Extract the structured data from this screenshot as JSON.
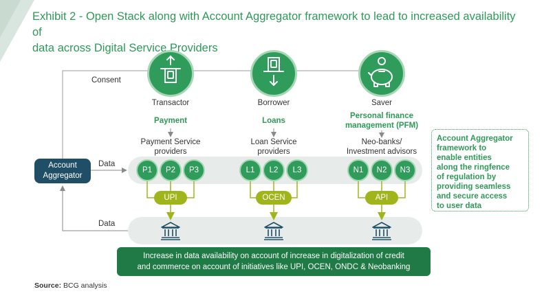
{
  "title_line1": "Exhibit 2 - Open Stack along with Account Aggregator framework to lead to increased availability of",
  "title_line2": "data across Digital Service Providers",
  "labels": {
    "consent": "Consent",
    "data_top": "Data",
    "data_bottom": "Data"
  },
  "aggregator": {
    "line1": "Account",
    "line2": "Aggregator"
  },
  "roles": [
    {
      "role": "Transactor",
      "category": "Payment",
      "providers_line1": "Payment Service",
      "providers_line2": "providers",
      "nodes": [
        "P1",
        "P2",
        "P3"
      ],
      "rail": "UPI"
    },
    {
      "role": "Borrower",
      "category": "Loans",
      "providers_line1": "Loan Service",
      "providers_line2": "providers",
      "nodes": [
        "L1",
        "L2",
        "L3"
      ],
      "rail": "OCEN"
    },
    {
      "role": "Saver",
      "category_line1": "Personal finance",
      "category_line2": "management (PFM)",
      "providers_line1": "Neo-banks/",
      "providers_line2": "Investment advisors",
      "nodes": [
        "N1",
        "N2",
        "N3"
      ],
      "rail": "API"
    }
  ],
  "note_lines": [
    "Account Aggregator",
    "framework to",
    "enable entities",
    "along the ringfence",
    "of regulation by",
    "providing seamless",
    "and secure access",
    "to user data"
  ],
  "bottom_line1": "Increase in data availability on account of increase in digitalization of credit",
  "bottom_line2": "and commerce on account of initiatives like UPI, OCEN, ONDC & Neobanking",
  "source_label": "Source:",
  "source_text": " BCG analysis",
  "colors": {
    "primary_green": "#2f9c5b",
    "dark_green": "#1f7a45",
    "olive": "#a0b51c",
    "navy": "#1f4e66",
    "band": "#e7ecea"
  },
  "icons": [
    "atm-cash-icon",
    "atm-withdraw-icon",
    "piggy-bank-icon",
    "bank-building-icon"
  ]
}
